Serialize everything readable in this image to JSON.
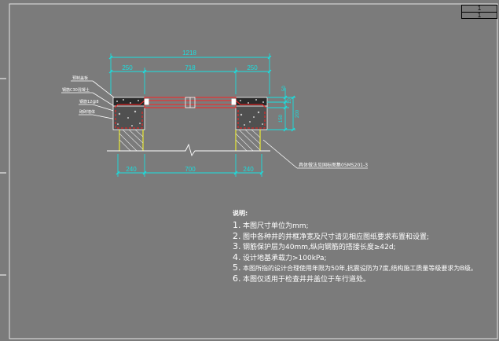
{
  "title_block": {
    "cell_top": "1",
    "cell_bottom": "1"
  },
  "dimensions": {
    "top_total": "1218",
    "top_left": "250",
    "top_middle": "718",
    "top_right": "250",
    "bottom_left": "240",
    "bottom_middle": "700",
    "bottom_right": "240",
    "right_small": "50",
    "right_mid": "10",
    "right_lower": "150",
    "right_total": "200"
  },
  "callouts": {
    "left_1": "预制盖板",
    "left_2": "钢筋C30混凝土",
    "left_3": "钢筋12@8",
    "left_4": "砌砖墙体",
    "right": "具体做法见国标图集05MS201-3"
  },
  "notes": {
    "title": "说明:",
    "items": [
      {
        "num": "1.",
        "text": "本图尺寸单位为mm;"
      },
      {
        "num": "2.",
        "text": "图中各种井的井框净宽及尺寸请见相应图纸要求布置和设置;"
      },
      {
        "num": "3.",
        "text": "钢筋保护层为40mm,纵向钢筋的搭接长度≥42d;"
      },
      {
        "num": "4.",
        "text": "设计地基承载力>100kPa;"
      },
      {
        "num": "5.",
        "text": "本图所指的设计合理使用年限为50年,抗震设防为7度,结构施工质量等级要求为B级。"
      },
      {
        "num": "6.",
        "text": "本图仅适用于检查井井盖位于车行道处。"
      }
    ]
  }
}
